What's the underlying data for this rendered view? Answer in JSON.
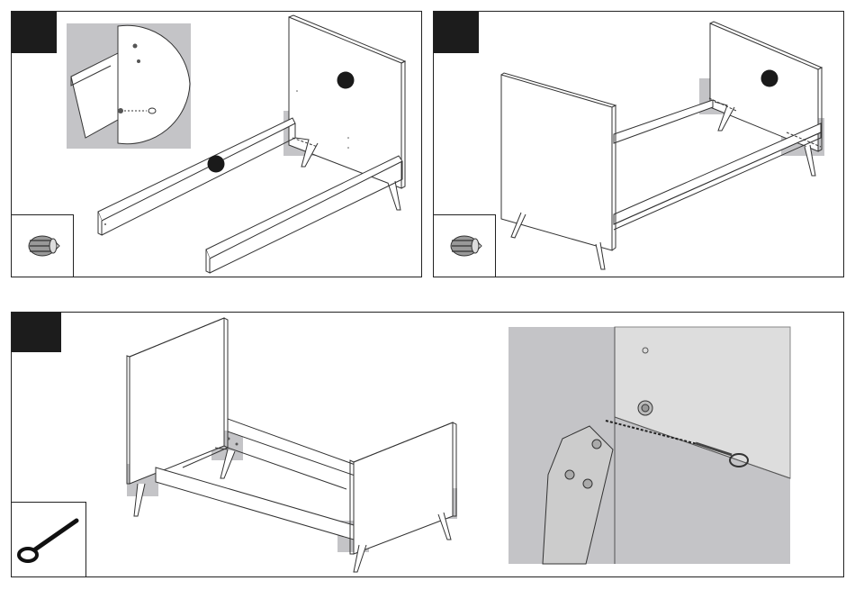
{
  "document": {
    "type": "furniture assembly instructions",
    "colors": {
      "step_badge": "#1c1c1c",
      "highlight": "#c4c4c7",
      "line": "#333333",
      "background": "#ffffff"
    },
    "steps": [
      {
        "id": "step-a",
        "badge_label": "",
        "part_icon": "cam-dowel-icon",
        "callout_markers": 2,
        "detail_inset": true
      },
      {
        "id": "step-b",
        "badge_label": "",
        "part_icon": "cam-dowel-icon",
        "callout_markers": 1,
        "detail_inset": false
      },
      {
        "id": "step-c",
        "badge_label": "",
        "part_icon": "allen-key-icon",
        "callout_markers": 0,
        "detail_inset": true
      }
    ]
  }
}
